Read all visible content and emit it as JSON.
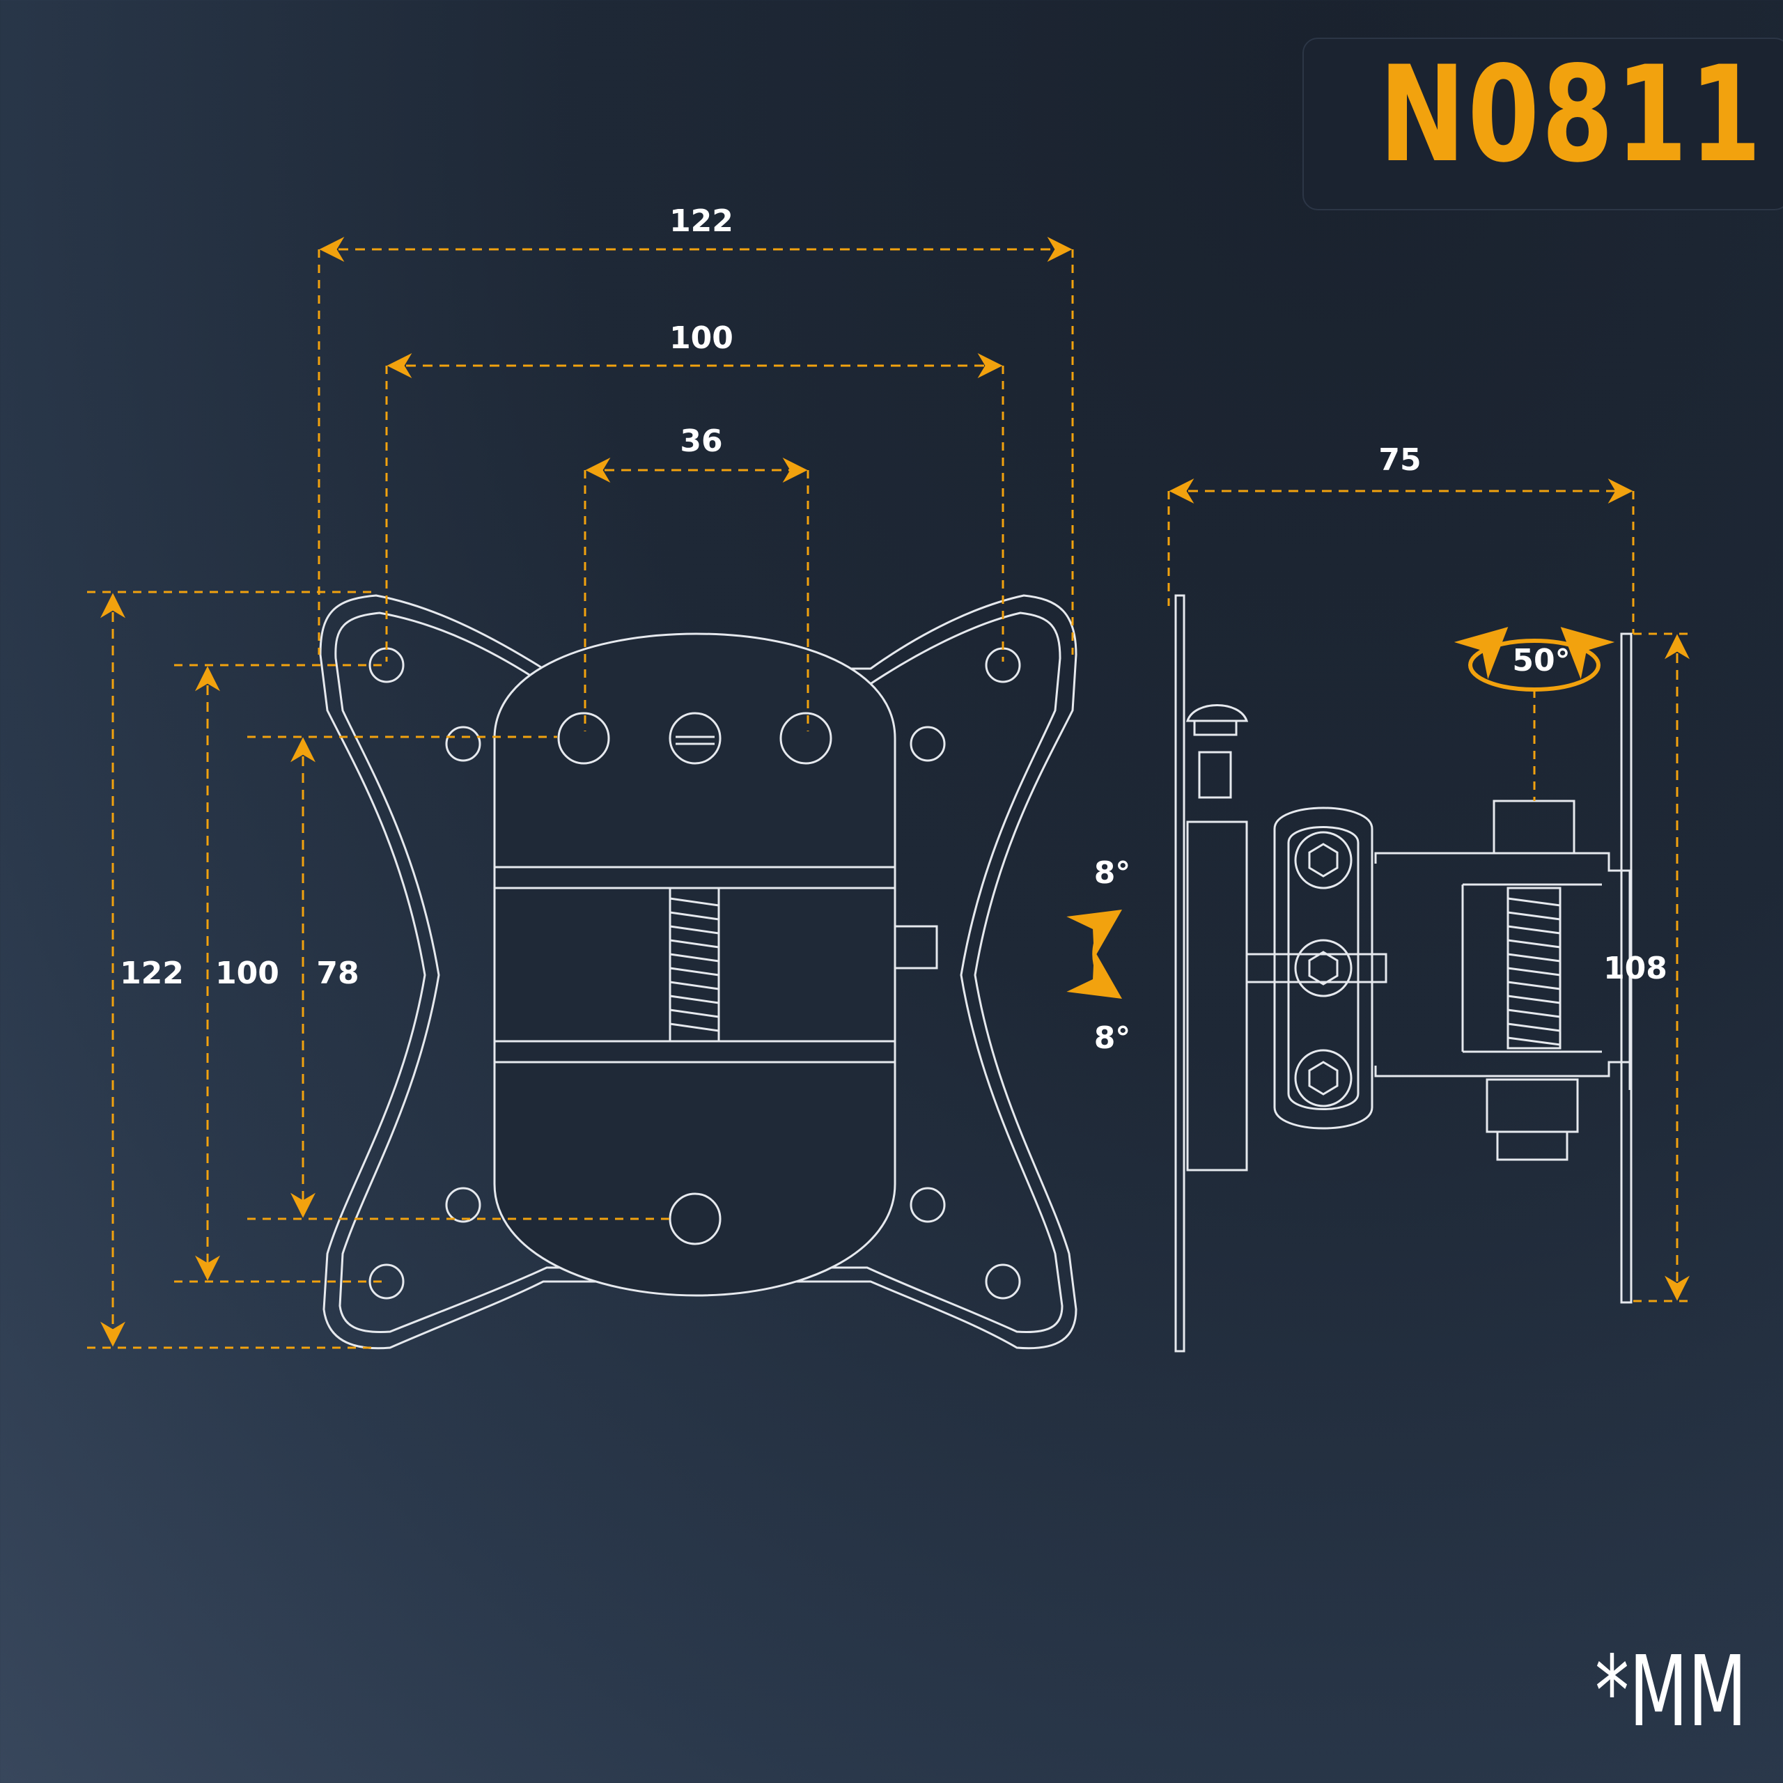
{
  "model": "N0811",
  "unit": "*MM",
  "colors": {
    "accent": "#f2a20e",
    "line": "#e6e9ee",
    "background": "#1f2937"
  },
  "front_view": {
    "width_outer": "122",
    "width_vesa": "100",
    "width_inner": "36",
    "height_outer": "122",
    "height_vesa": "100",
    "height_inner": "78"
  },
  "side_view": {
    "depth": "75",
    "height": "108",
    "swivel": "50°",
    "tilt_up": "8°",
    "tilt_down": "8°"
  }
}
